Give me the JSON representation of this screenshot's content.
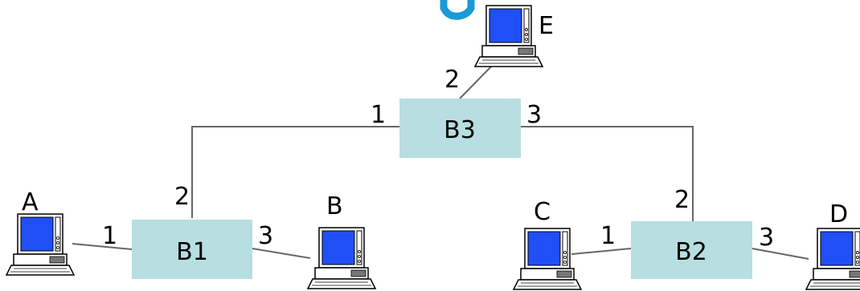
{
  "bridges": [
    {
      "id": "b1",
      "label": "B1"
    },
    {
      "id": "b2",
      "label": "B2"
    },
    {
      "id": "b3",
      "label": "B3"
    }
  ],
  "hosts": [
    {
      "id": "a",
      "label": "A"
    },
    {
      "id": "b",
      "label": "B"
    },
    {
      "id": "c",
      "label": "C"
    },
    {
      "id": "d",
      "label": "D"
    },
    {
      "id": "e",
      "label": "E"
    }
  ],
  "ports": {
    "b1_1": "1",
    "b1_2": "2",
    "b1_3": "3",
    "b2_1": "1",
    "b2_2": "2",
    "b2_3": "3",
    "b3_1": "1",
    "b3_2": "2",
    "b3_3": "3"
  },
  "colors": {
    "bridge_fill": "#b7dee0",
    "screen": "#1f4ff5",
    "link": "#666666",
    "title_fragment": "#1a9ad6"
  }
}
